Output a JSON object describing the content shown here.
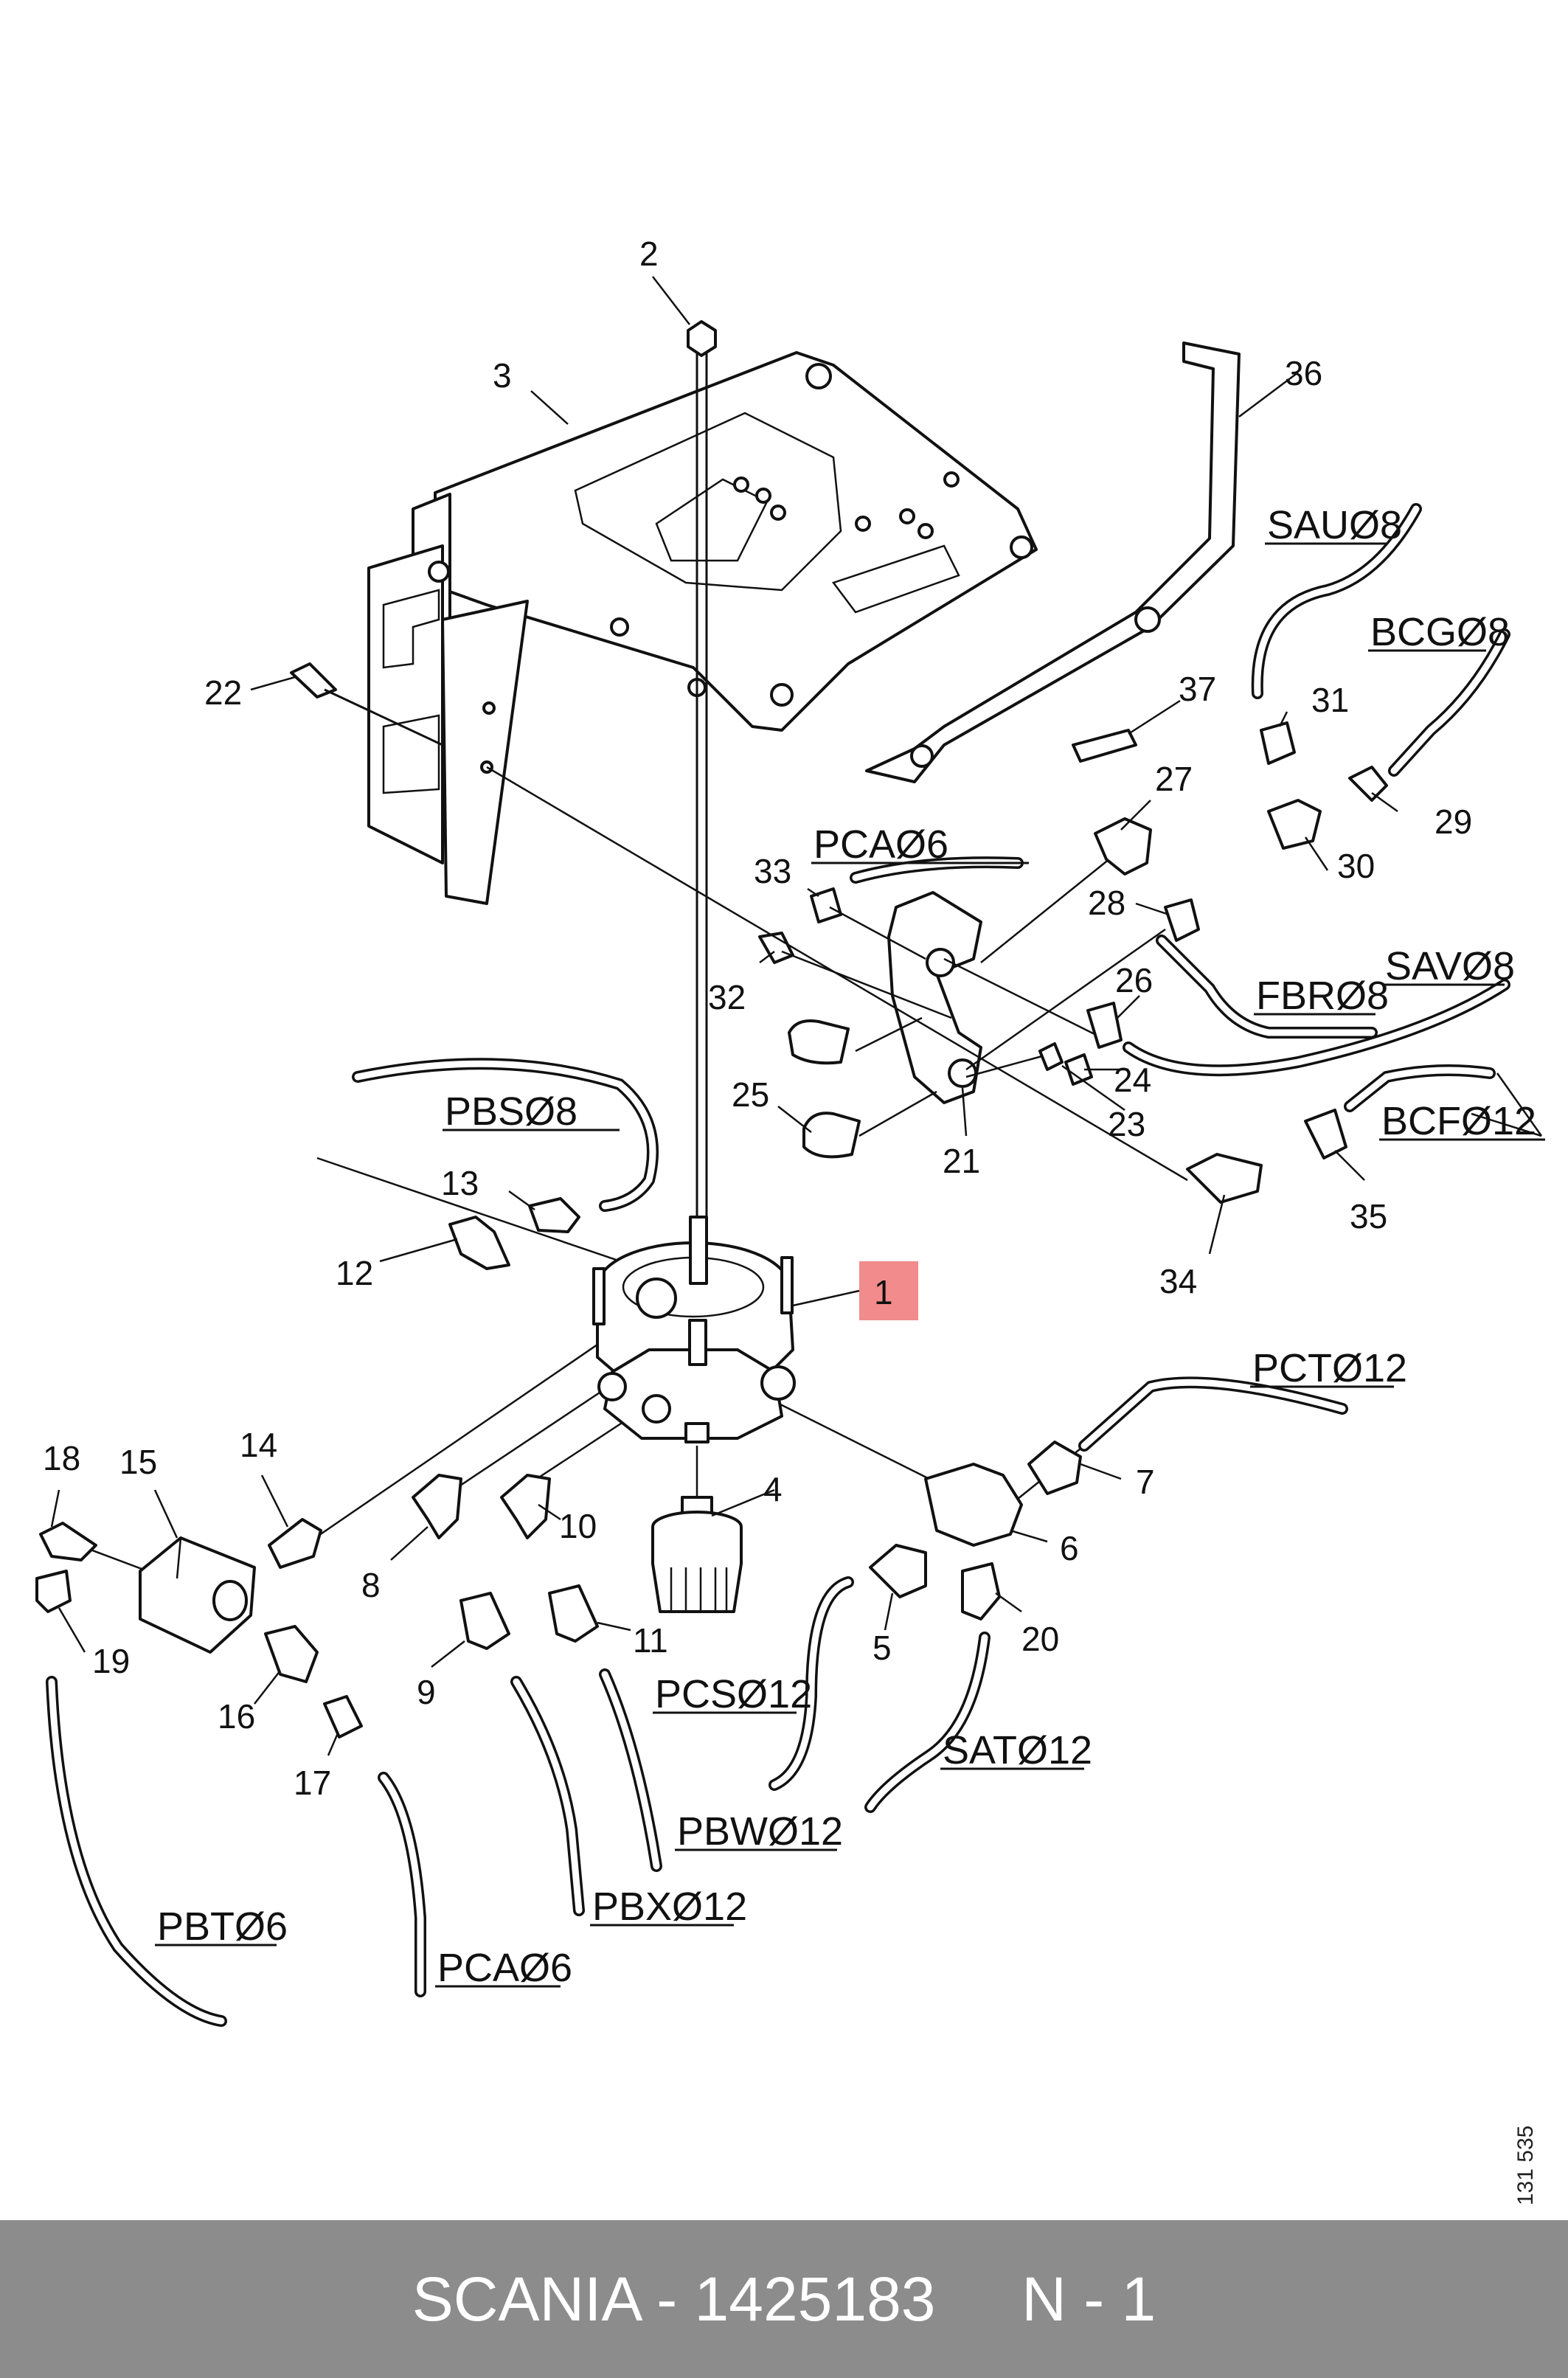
{
  "callouts": [
    {
      "id": "c1",
      "label": "1",
      "highlighted": true
    },
    {
      "id": "c2",
      "label": "2"
    },
    {
      "id": "c3",
      "label": "3"
    },
    {
      "id": "c4",
      "label": "4"
    },
    {
      "id": "c5",
      "label": "5"
    },
    {
      "id": "c6",
      "label": "6"
    },
    {
      "id": "c7",
      "label": "7"
    },
    {
      "id": "c8",
      "label": "8"
    },
    {
      "id": "c9",
      "label": "9"
    },
    {
      "id": "c10",
      "label": "10"
    },
    {
      "id": "c11",
      "label": "11"
    },
    {
      "id": "c12",
      "label": "12"
    },
    {
      "id": "c13",
      "label": "13"
    },
    {
      "id": "c14",
      "label": "14"
    },
    {
      "id": "c15",
      "label": "15"
    },
    {
      "id": "c16",
      "label": "16"
    },
    {
      "id": "c17",
      "label": "17"
    },
    {
      "id": "c18",
      "label": "18"
    },
    {
      "id": "c19",
      "label": "19"
    },
    {
      "id": "c20",
      "label": "20"
    },
    {
      "id": "c21",
      "label": "21"
    },
    {
      "id": "c22",
      "label": "22"
    },
    {
      "id": "c23",
      "label": "23"
    },
    {
      "id": "c24",
      "label": "24"
    },
    {
      "id": "c25",
      "label": "25"
    },
    {
      "id": "c26",
      "label": "26"
    },
    {
      "id": "c27",
      "label": "27"
    },
    {
      "id": "c28",
      "label": "28"
    },
    {
      "id": "c29",
      "label": "29"
    },
    {
      "id": "c30",
      "label": "30"
    },
    {
      "id": "c31",
      "label": "31"
    },
    {
      "id": "c32",
      "label": "32"
    },
    {
      "id": "c33",
      "label": "33"
    },
    {
      "id": "c34",
      "label": "34"
    },
    {
      "id": "c35",
      "label": "35"
    },
    {
      "id": "c36",
      "label": "36"
    },
    {
      "id": "c37",
      "label": "37"
    }
  ],
  "tube_labels": [
    {
      "id": "t_sau",
      "label": "SAUØ8"
    },
    {
      "id": "t_bcg",
      "label": "BCGØ8"
    },
    {
      "id": "t_pca_top",
      "label": "PCAØ6"
    },
    {
      "id": "t_sav",
      "label": "SAVØ8"
    },
    {
      "id": "t_fbr",
      "label": "FBRØ8"
    },
    {
      "id": "t_pbs",
      "label": "PBSØ8"
    },
    {
      "id": "t_bcf",
      "label": "BCFØ12"
    },
    {
      "id": "t_pct",
      "label": "PCTØ12"
    },
    {
      "id": "t_pcs",
      "label": "PCSØ12"
    },
    {
      "id": "t_sat",
      "label": "SATØ12"
    },
    {
      "id": "t_pbw",
      "label": "PBWØ12"
    },
    {
      "id": "t_pbx",
      "label": "PBXØ12"
    },
    {
      "id": "t_pbt",
      "label": "PBTØ6"
    },
    {
      "id": "t_pca_bottom",
      "label": "PCAØ6"
    }
  ],
  "drawing_number": "131 535",
  "footer": {
    "text": "SCANIA - 1425183     N - 1"
  },
  "colors": {
    "highlight": "#f28b8b",
    "footer_bg": "#8c8c8c",
    "line": "#111111"
  }
}
